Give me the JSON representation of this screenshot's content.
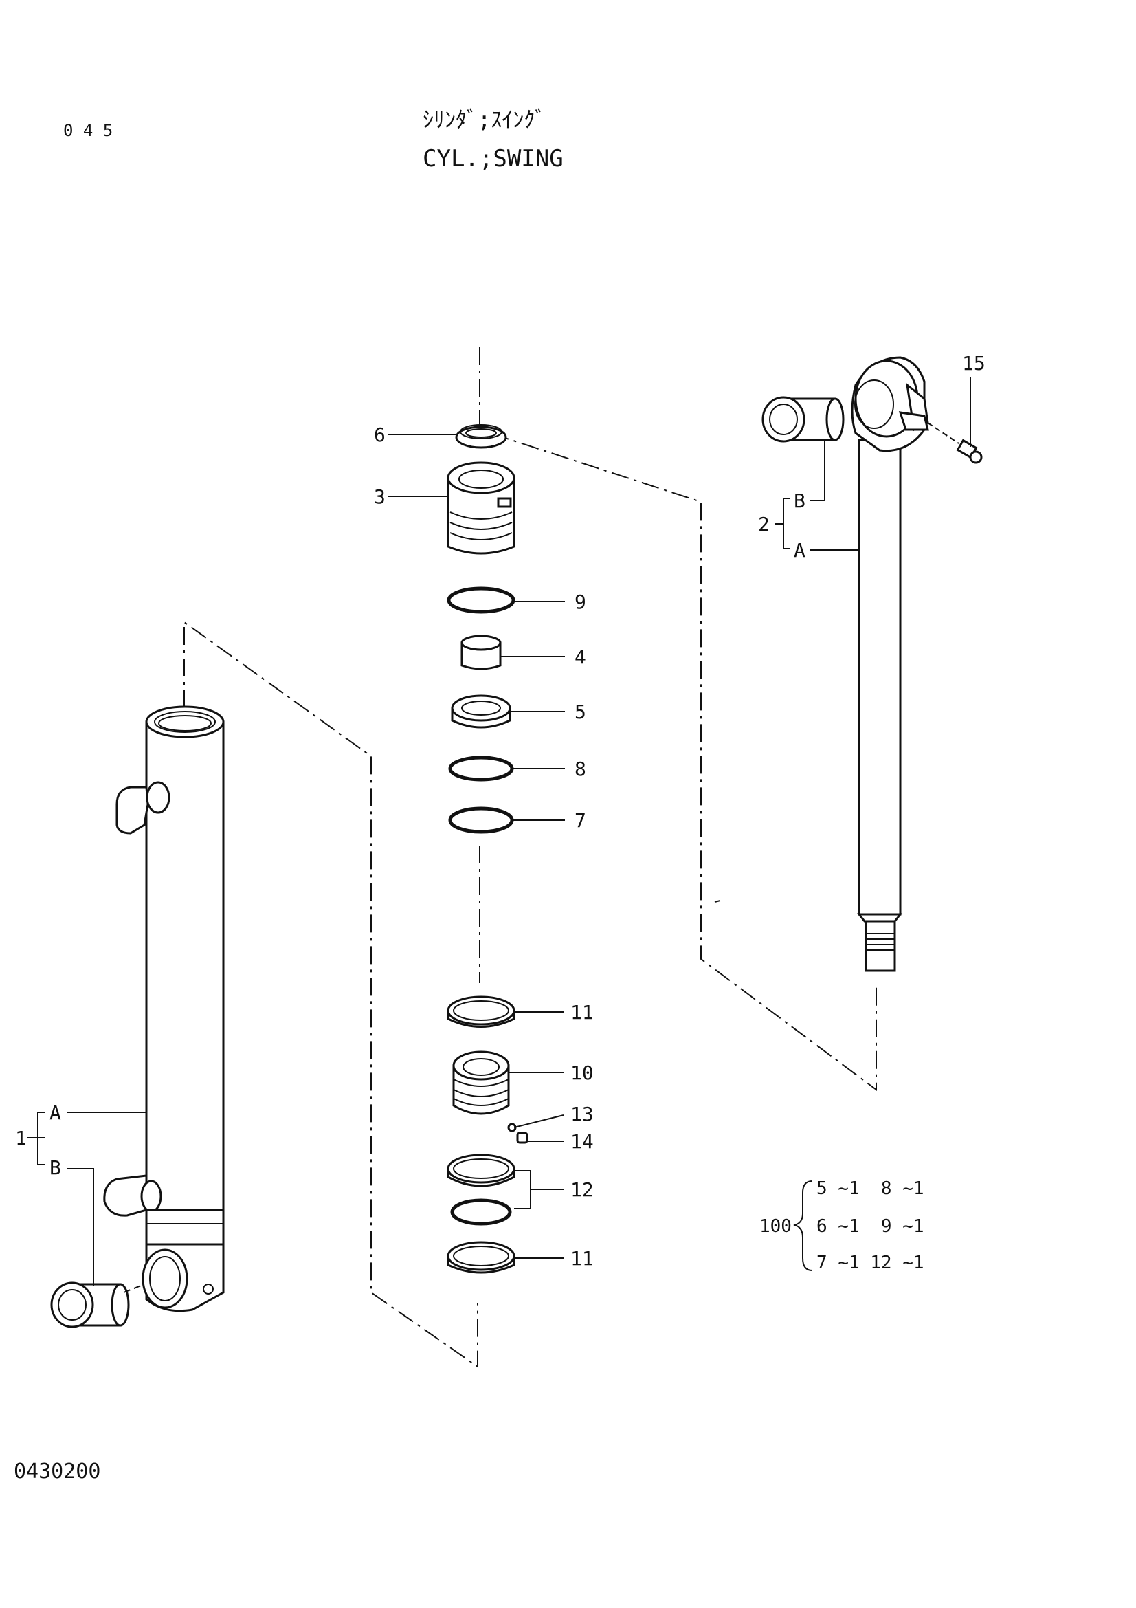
{
  "header": {
    "page_number": "0 4 5",
    "title_jp": "ｼﾘﾝﾀﾞ;ｽｲﾝｸﾞ",
    "title_en": "CYL.;SWING"
  },
  "footer": {
    "drawing_number": "0430200"
  },
  "callouts": {
    "p1": "1",
    "p1a": "A",
    "p1b": "B",
    "p2": "2",
    "p2a": "A",
    "p2b": "B",
    "p3": "3",
    "p4": "4",
    "p5": "5",
    "p6": "6",
    "p7": "7",
    "p8": "8",
    "p9": "9",
    "p10": "10",
    "p11a": "11",
    "p11b": "11",
    "p12": "12",
    "p13": "13",
    "p14": "14",
    "p15": "15"
  },
  "kit": {
    "number": "100",
    "rows": [
      "5 ~1  8 ~1",
      "6 ~1  9 ~1",
      "7 ~1 12 ~1"
    ]
  }
}
